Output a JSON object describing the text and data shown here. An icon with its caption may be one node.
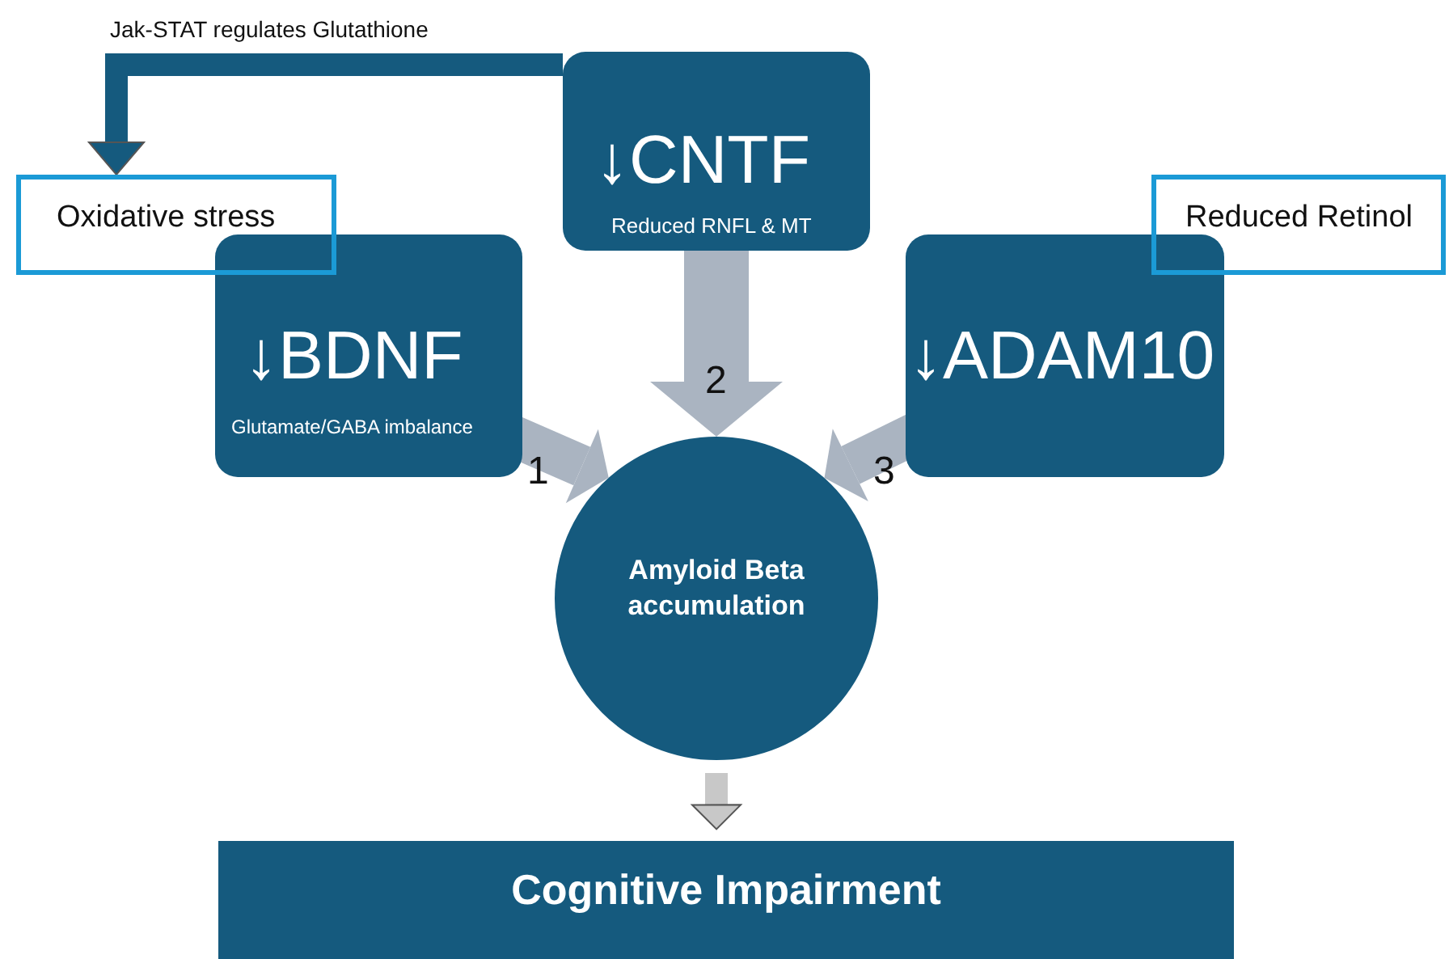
{
  "diagram": {
    "nodes": [
      {
        "text": [
          "↓CNTF",
          "Reduced RNFL & MT"
        ]
      },
      {
        "text": [
          "Oxidative stress"
        ]
      },
      {
        "text": [
          "↓BDNF",
          "Glutamate/GABA imbalance"
        ]
      },
      {
        "text": [
          "Reduced Retinol"
        ]
      },
      {
        "text": [
          "↓ADAM10"
        ]
      },
      {
        "text": [
          "Amyloid Beta accumulation"
        ]
      },
      {
        "text": [
          "Cognitive Impairment"
        ]
      }
    ],
    "edges": [
      {
        "from": 0,
        "to": 1,
        "arrow": "to",
        "label": "Jak-STAT regulates Glutathione",
        "color": "#155a7e"
      },
      {
        "from": 2,
        "to": 5,
        "arrow": "to",
        "label": "1"
      },
      {
        "from": 0,
        "to": 5,
        "arrow": "to",
        "label": "2"
      },
      {
        "from": 4,
        "to": 5,
        "arrow": "to",
        "label": "3"
      },
      {
        "from": 5,
        "to": 6,
        "arrow": "to",
        "color": "#c8c8c8"
      }
    ]
  }
}
